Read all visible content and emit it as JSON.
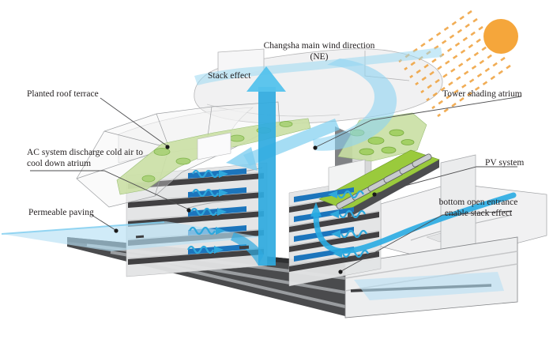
{
  "diagram": {
    "labels": {
      "wind_direction": "Changsha main wind direction (NE)",
      "stack_effect": "Stack effect",
      "planted_roof_terrace": "Planted roof terrace",
      "ac_system": "AC system discharge cold air to cool down atrium",
      "permeable_paving": "Permeable paving",
      "tower_shading_atrium": "Tower shading atrium",
      "pv_system": "PV system",
      "bottom_open_entrance": "bottom open entrance enable stack effect"
    },
    "icons": {
      "sun": "sun-icon",
      "sun_rays": "sun-rays-hatch-icon",
      "stack_arrow": "arrow-up-icon",
      "wind_swoosh": "curved-airflow-icon",
      "wavy_arrows": "wavy-arrow-icon"
    },
    "colors": {
      "airflow_primary": "#29ABE2",
      "airflow_pale": "#B7E0F4",
      "ac_unit_blue": "#1C75BC",
      "green_roof": "#9ACA3C",
      "terrace_green": "#CBE0A6",
      "sun_orange": "#F5A63B",
      "structure_dark": "#414042",
      "ghost_massing": "#F0F0F1",
      "text": "#231F20"
    }
  }
}
